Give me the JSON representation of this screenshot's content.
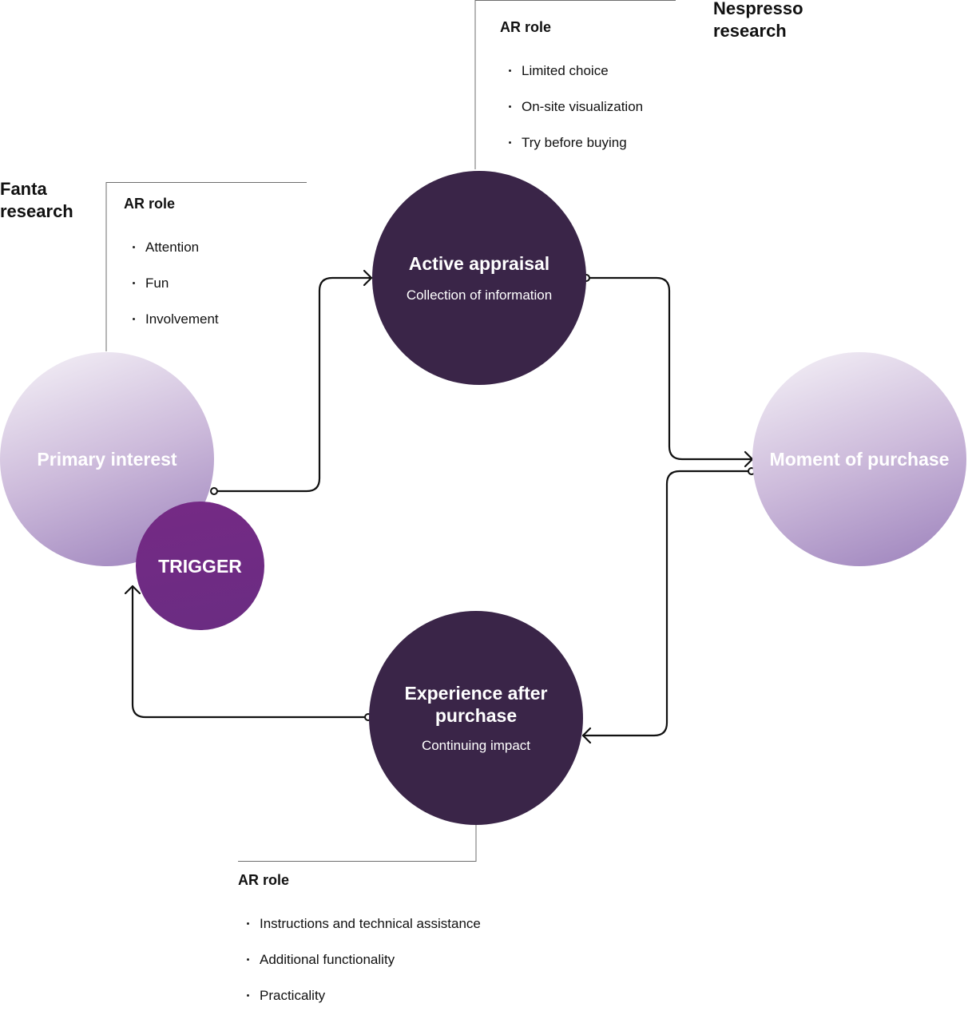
{
  "research": {
    "fanta": "Fanta\nresearch",
    "nespresso": "Nespresso\nresearch"
  },
  "stages": {
    "primary_interest": {
      "title": "Primary interest"
    },
    "trigger": {
      "title": "TRIGGER"
    },
    "active_appraisal": {
      "title": "Active appraisal",
      "subtitle": "Collection of information"
    },
    "moment_of_purchase": {
      "title": "Moment of purchase"
    },
    "experience_after_purchase": {
      "title": "Experience after purchase",
      "subtitle": "Continuing impact"
    }
  },
  "ar_roles": {
    "fanta": {
      "title": "AR role",
      "items": [
        "Attention",
        "Fun",
        "Involvement"
      ]
    },
    "nespresso": {
      "title": "AR role",
      "items": [
        "Limited choice",
        "On-site visualization",
        "Try before buying"
      ]
    },
    "after_purchase": {
      "title": "AR role",
      "items": [
        "Instructions and technical assistance",
        "Additional functionality",
        "Practicality"
      ]
    }
  },
  "colors": {
    "dark_circle": "#3a2548",
    "trigger": "#722b84",
    "light_gradient_top": "#f6f3f8",
    "light_gradient_bottom": "#9b80bb",
    "connector": "#111111"
  }
}
